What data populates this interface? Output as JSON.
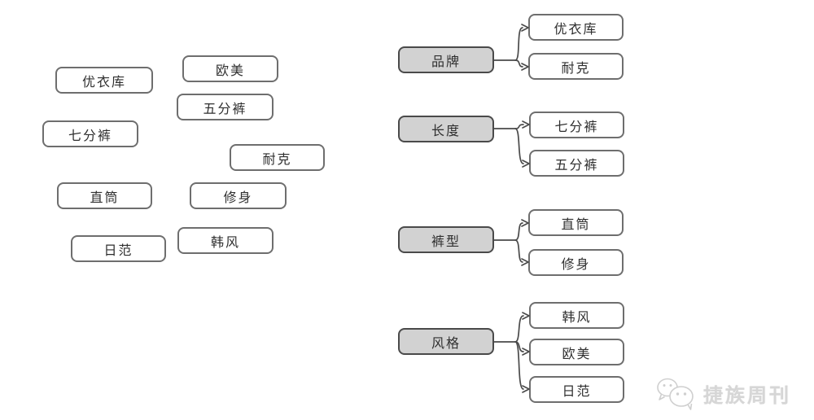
{
  "diagram": {
    "left_terms": [
      {
        "label": "优衣库"
      },
      {
        "label": "欧美"
      },
      {
        "label": "五分裤"
      },
      {
        "label": "七分裤"
      },
      {
        "label": "耐克"
      },
      {
        "label": "直筒"
      },
      {
        "label": "修身"
      },
      {
        "label": "日范"
      },
      {
        "label": "韩风"
      }
    ],
    "groups": [
      {
        "parent": "品牌",
        "children": [
          "优衣库",
          "耐克"
        ]
      },
      {
        "parent": "长度",
        "children": [
          "七分裤",
          "五分裤"
        ]
      },
      {
        "parent": "裤型",
        "children": [
          "直筒",
          "修身"
        ]
      },
      {
        "parent": "风格",
        "children": [
          "韩风",
          "欧美",
          "日范"
        ]
      }
    ]
  },
  "watermark": {
    "publication": "捷族周刊",
    "icon": "wechat-icon"
  },
  "colors": {
    "box_border": "#6e6e6e",
    "category_border": "#4a4a4a",
    "category_fill": "#d2d2d2",
    "line": "#4a4a4a",
    "text": "#2f2f2f",
    "watermark": "#d6d6d6"
  }
}
